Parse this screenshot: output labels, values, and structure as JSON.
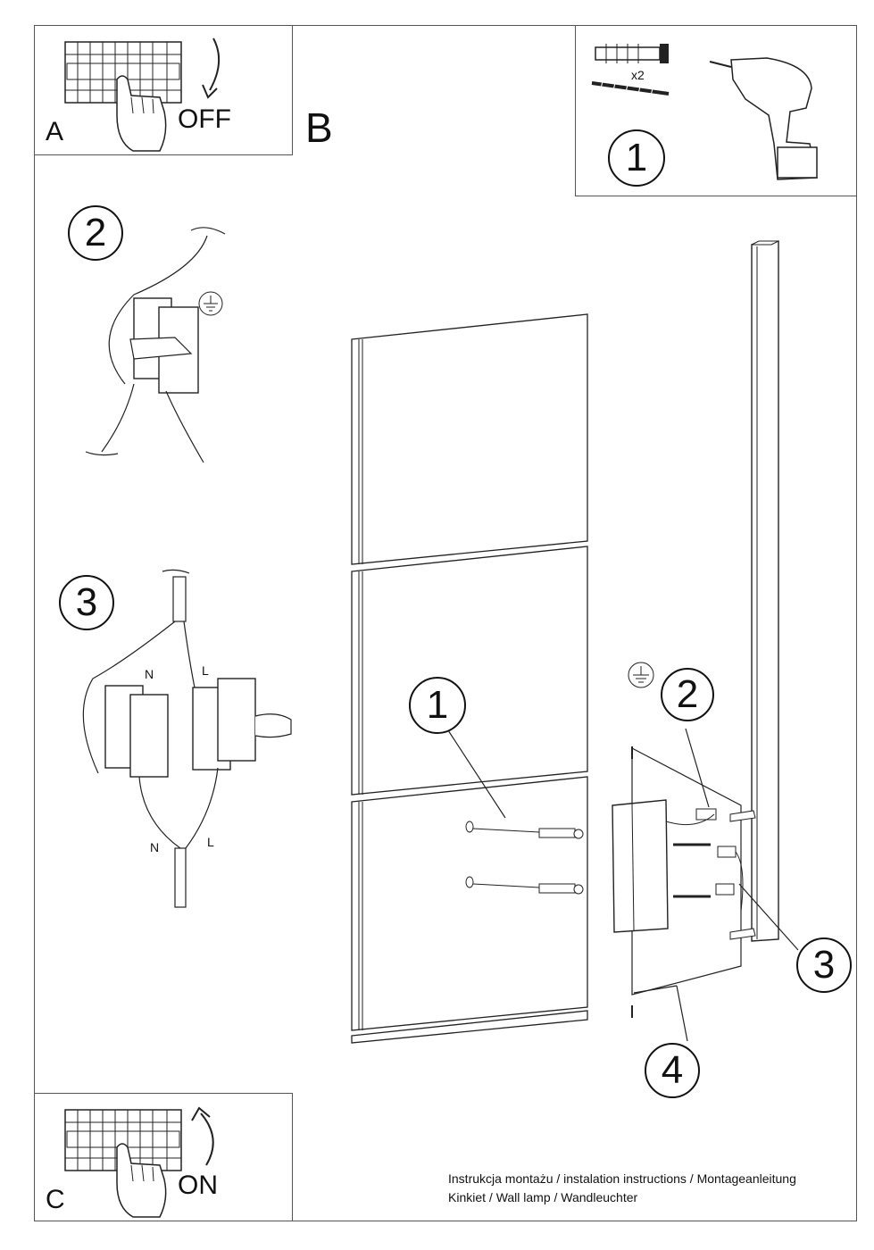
{
  "panels": {
    "a": {
      "letter": "A",
      "action": "OFF"
    },
    "b": {
      "letter": "B"
    },
    "c": {
      "letter": "C",
      "action": "ON"
    }
  },
  "tools": {
    "step": "1",
    "quantity": "x2"
  },
  "wiring": {
    "step2": "2",
    "step3": "3",
    "neutral_top": "N",
    "live_top": "L",
    "neutral_bottom": "N",
    "live_bottom": "L"
  },
  "mounting": {
    "callouts": [
      "1",
      "2",
      "3",
      "4"
    ]
  },
  "footer": {
    "line1": "Instrukcja montażu / instalation instructions / Montageanleitung",
    "line2": "Kinkiet / Wall lamp / Wandleuchter"
  },
  "icons": [
    "circuit-breaker-icon",
    "hand-icon",
    "rotate-arrow-icon",
    "drill-icon",
    "wall-plug-icon",
    "screw-icon",
    "ground-icon",
    "terminal-block-icon"
  ]
}
